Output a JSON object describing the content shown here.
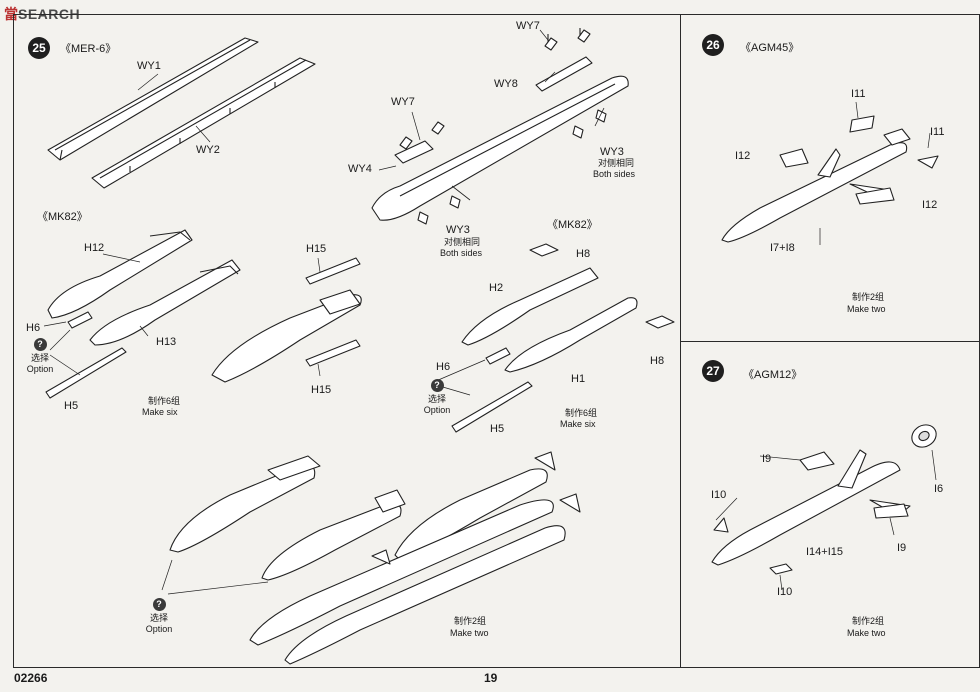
{
  "watermark": {
    "prefix": "當",
    "suffix": "SEARCH"
  },
  "footer": {
    "code": "02266",
    "page": "19"
  },
  "step25": {
    "number": "25",
    "title": "《MER-6》",
    "mer_labels": {
      "wy1": "WY1",
      "wy2": "WY2",
      "wy7a": "WY7",
      "wy7b": "WY7",
      "wy8": "WY8",
      "wy4": "WY4",
      "wy3a": "WY3",
      "wy3b": "WY3"
    },
    "both_sides_cn": "对侧相同",
    "both_sides_en": "Both sides",
    "mk82_left": {
      "title": "《MK82》",
      "h12": "H12",
      "h13": "H13",
      "h6": "H6",
      "h5": "H5",
      "h15a": "H15",
      "h15b": "H15",
      "make_cn": "制作6组",
      "make_en": "Make six",
      "option_cn": "选择",
      "option_en": "Option",
      "q": "?"
    },
    "mk82_right": {
      "title": "《MK82》",
      "h8a": "H8",
      "h8b": "H8",
      "h2": "H2",
      "h1": "H1",
      "h6": "H6",
      "h5": "H5",
      "make_cn": "制作6组",
      "make_en": "Make six",
      "option_cn": "选择",
      "option_en": "Option",
      "q": "?"
    },
    "bottom": {
      "make_cn": "制作2组",
      "make_en": "Make two",
      "option_cn": "选择",
      "option_en": "Option",
      "q": "?"
    }
  },
  "step26": {
    "number": "26",
    "title": "《AGM45》",
    "i11a": "I11",
    "i11b": "I11",
    "i12a": "I12",
    "i12b": "I12",
    "i7i8": "I7+I8",
    "make_cn": "制作2组",
    "make_en": "Make two"
  },
  "step27": {
    "number": "27",
    "title": "《AGM12》",
    "i9a": "I9",
    "i9b": "I9",
    "i6": "I6",
    "i10a": "I10",
    "i10b": "I10",
    "i14i15": "I14+I15",
    "make_cn": "制作2组",
    "make_en": "Make two"
  }
}
